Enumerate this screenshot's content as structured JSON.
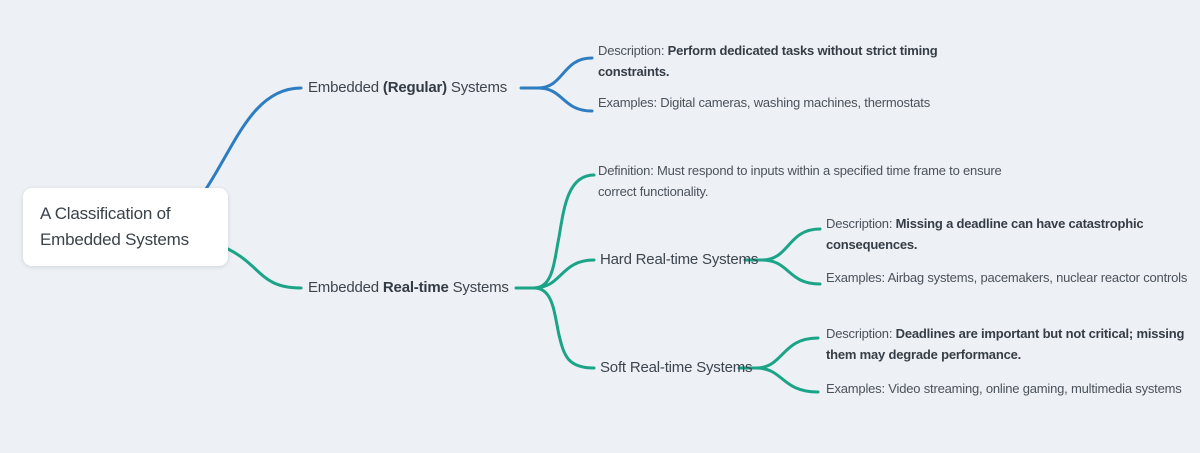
{
  "colors": {
    "background": "#edf0f4",
    "blue": "#2e7dc2",
    "teal": "#1ba487",
    "node_background": "#ffffff",
    "title_text": "#3a424a",
    "body_text": "#4a525b",
    "bold_text": "#353d46"
  },
  "root": {
    "title": "A Classification of Embedded Systems"
  },
  "regular_branch": {
    "label_prefix": "Embedded ",
    "label_bold": "(Regular)",
    "label_suffix": " Systems",
    "description_prefix": "Description: ",
    "description_bold": "Perform dedicated tasks without strict timing constraints.",
    "examples": "Examples: Digital cameras, washing machines, thermostats"
  },
  "realtime_branch": {
    "label_prefix": "Embedded ",
    "label_bold": "Real-time",
    "label_suffix": " Systems",
    "definition": "Definition: Must respond to inputs within a specified time frame to ensure correct functionality.",
    "hard": {
      "label": "Hard Real-time Systems",
      "description_prefix": "Description: ",
      "description_bold": "Missing a deadline can have catastrophic consequences.",
      "examples": "Examples: Airbag systems, pacemakers, nuclear reactor controls"
    },
    "soft": {
      "label": "Soft Real-time Systems",
      "description_prefix": "Description: ",
      "description_bold": "Deadlines are important but not critical; missing them may degrade performance.",
      "examples": "Examples: Video streaming, online gaming, multimedia systems"
    }
  }
}
